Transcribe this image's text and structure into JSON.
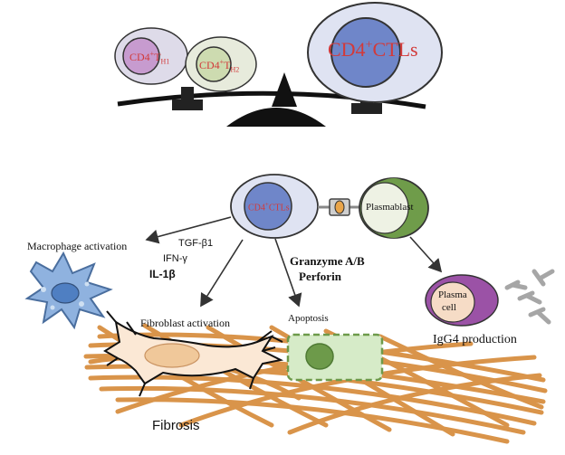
{
  "scale": {
    "left_small": {
      "base": "CD4",
      "sup": "+",
      "mid": "T",
      "sub": "H1"
    },
    "right_small": {
      "base": "CD4",
      "sup": "+",
      "mid": "T",
      "sub": "H2"
    },
    "large": {
      "base": "CD4",
      "sup": "+",
      "tail": "CTLs"
    }
  },
  "center_cell": {
    "base": "CD4",
    "sup": "+",
    "tail": "CTLs"
  },
  "plasmablast_label": "Plasmablast",
  "cytokines": {
    "tgf": "TGF-β1",
    "ifn": "IFN-γ",
    "il1": "IL-1β"
  },
  "granzyme": "Granzyme A/B",
  "perforin": "Perforin",
  "labels": {
    "macrophage": "Macrophage activation",
    "fibroblast": "Fibroblast activation",
    "apoptosis": "Apoptosis",
    "fibrosis": "Fibrosis",
    "plasma_cell_line1": "Plasma",
    "plasma_cell_line2": "cell",
    "igg4": "IgG4 production"
  },
  "colors": {
    "cell_outer": "#dfe3f2",
    "cell_inner": "#6f86c9",
    "th1_inner": "#c79bcf",
    "th2_inner": "#cddbb0",
    "plasmablast": "#6f9c4a",
    "fiber": "#d9944a",
    "macrophage": "#8fb2df",
    "apoptotic": "#d6ebc8",
    "apoptotic_nucleus": "#6d9a4a",
    "plasma_outer": "#9b52a6",
    "plasma_inner": "#f6dcc6",
    "antibody": "#a6a6a6",
    "label_red": "#d23a3a"
  }
}
